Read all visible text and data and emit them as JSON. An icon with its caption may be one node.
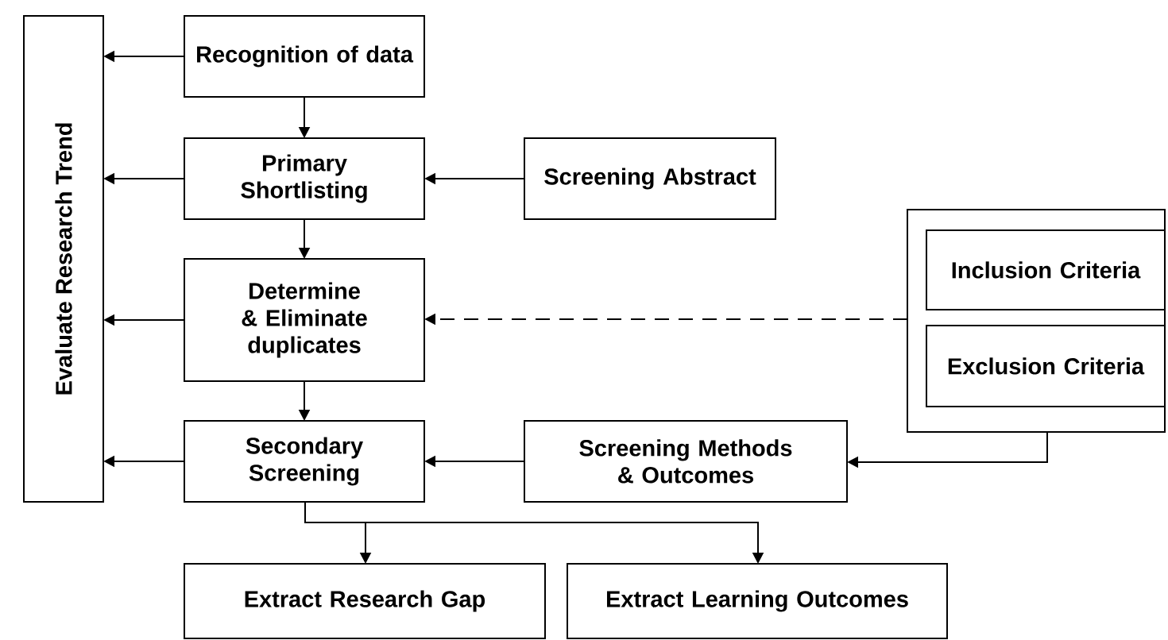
{
  "diagram": {
    "nodes": [
      {
        "text": [
          "Evaluate Research Trend"
        ]
      },
      {
        "text": [
          "Recognition of data"
        ]
      },
      {
        "text": [
          "Primary Shortlisting"
        ]
      },
      {
        "text": [
          "Screening Abstract"
        ]
      },
      {
        "text": [
          "Determine & Eliminate duplicates"
        ]
      },
      {
        "text": [],
        "shape": "box"
      },
      {
        "text": [
          "Inclusion Criteria"
        ],
        "in": 5
      },
      {
        "text": [
          "Exclusion Criteria"
        ],
        "in": 5
      },
      {
        "text": [
          "Secondary Screening"
        ]
      },
      {
        "text": [
          "Screening Methods & Outcomes"
        ]
      },
      {
        "text": [
          "Extract Research Gap"
        ]
      },
      {
        "text": [
          "Extract Learning Outcomes"
        ]
      }
    ],
    "edges": [
      {
        "from": 1,
        "to": 0,
        "arrow": "to"
      },
      {
        "from": 1,
        "to": 2,
        "arrow": "to"
      },
      {
        "from": 2,
        "to": 0,
        "arrow": "to"
      },
      {
        "from": 3,
        "to": 2,
        "arrow": "to"
      },
      {
        "from": 2,
        "to": 4,
        "arrow": "to"
      },
      {
        "from": 4,
        "to": 0,
        "arrow": "to"
      },
      {
        "from": 5,
        "to": 4,
        "arrow": "to",
        "style": "dashed"
      },
      {
        "from": 4,
        "to": 8,
        "arrow": "to"
      },
      {
        "from": 8,
        "to": 0,
        "arrow": "to"
      },
      {
        "from": 5,
        "to": 9,
        "arrow": "to"
      },
      {
        "from": 9,
        "to": 8,
        "arrow": "to"
      },
      {
        "from": 8,
        "to": 10,
        "arrow": "to"
      },
      {
        "from": 8,
        "to": 11,
        "arrow": "to"
      }
    ]
  }
}
